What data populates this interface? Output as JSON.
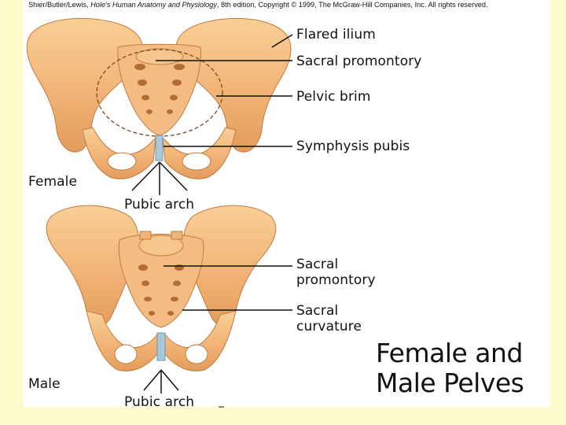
{
  "credit": {
    "authors": "Shier/Butler/Lewis,",
    "book": "Hole's Human Anatomy and Physiology",
    "rest": ", 8th edition, Copyright © 1999, The McGraw-Hill Companies, Inc.  All rights reserved."
  },
  "female": {
    "sex_label": "Female",
    "labels": {
      "flared_ilium": "Flared ilium",
      "sacral_promontory": "Sacral promontory",
      "pelvic_brim": "Pelvic brim",
      "symphysis_pubis": "Symphysis pubis",
      "pubic_arch": "Pubic arch"
    }
  },
  "male": {
    "sex_label": "Male",
    "labels": {
      "sacral_promontory_1": "Sacral",
      "sacral_promontory_2": "promontory",
      "sacral_curvature_1": "Sacral",
      "sacral_curvature_2": "curvature",
      "pubic_arch": "Pubic arch"
    }
  },
  "title": {
    "line1": "Female and",
    "line2": "Male Pelves"
  },
  "colors": {
    "background": "#fdfbcc",
    "bone": "#f2b477",
    "bone_shadow": "#d98c4a",
    "bone_light": "#f9d29c",
    "cartilage": "#a9c9d8",
    "leader_line": "#111111"
  }
}
